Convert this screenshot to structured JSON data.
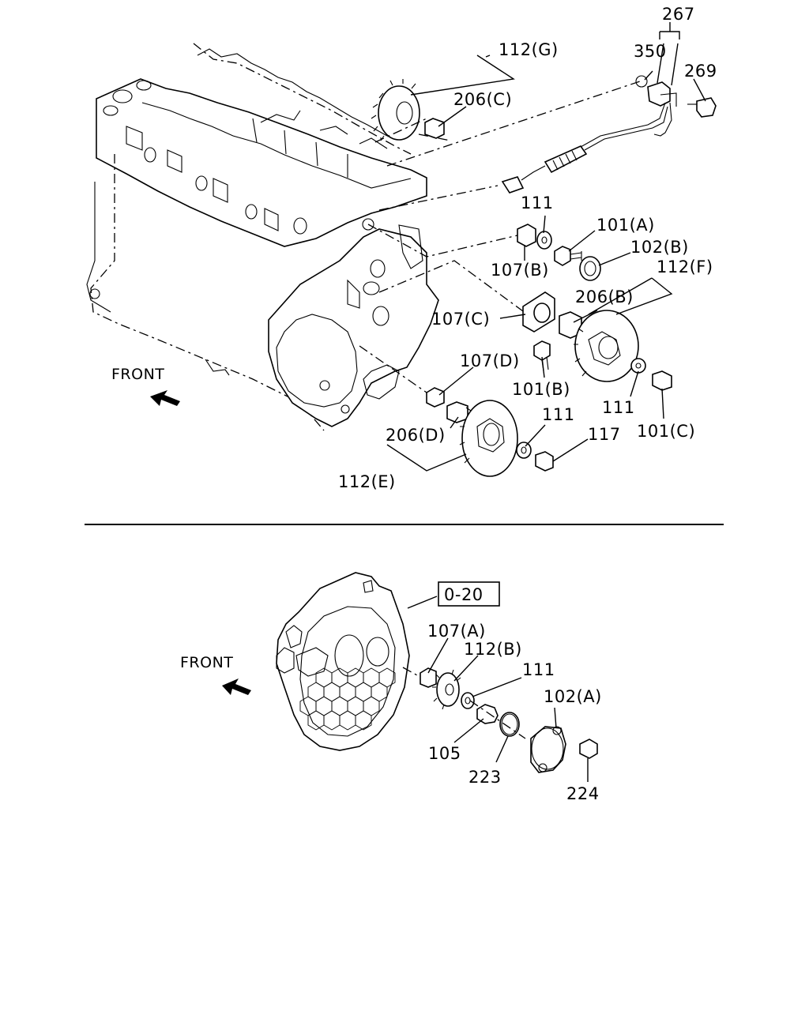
{
  "top_view": {
    "front_label": "FRONT",
    "labels": {
      "l267": "267",
      "l350": "350",
      "l269": "269",
      "l112G": "112(G)",
      "l206C": "206(C)",
      "l111a": "111",
      "l101A": "101(A)",
      "l102B": "102(B)",
      "l107B": "107(B)",
      "l112F": "112(F)",
      "l206B": "206(B)",
      "l107C": "107(C)",
      "l107D": "107(D)",
      "l101B": "101(B)",
      "l111b": "111",
      "l101C": "101(C)",
      "l111c": "111",
      "l117": "117",
      "l206D": "206(D)",
      "l112E": "112(E)"
    }
  },
  "bottom_view": {
    "front_label": "FRONT",
    "labels": {
      "l020": "0-20",
      "l107A": "107(A)",
      "l112B": "112(B)",
      "l111": "111",
      "l102A": "102(A)",
      "l105": "105",
      "l223": "223",
      "l224": "224"
    }
  }
}
